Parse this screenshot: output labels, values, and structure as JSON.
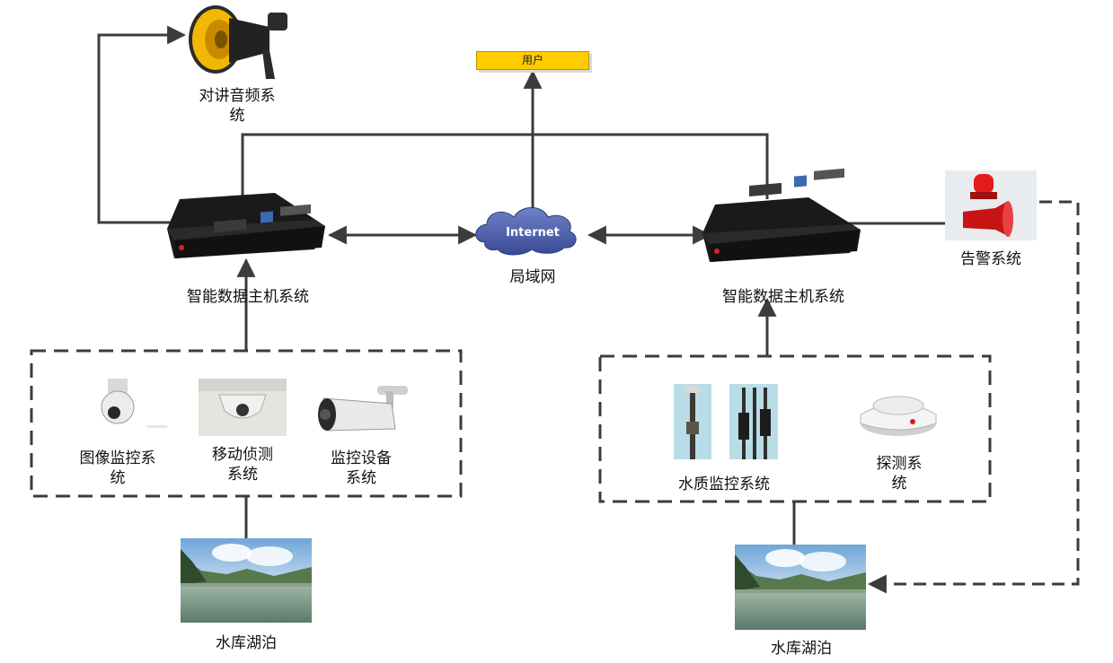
{
  "labels": {
    "intercom": [
      "对讲音频系",
      "统"
    ],
    "user": "用户",
    "internet": "Internet",
    "lan": "局域网",
    "host_left": "智能数据主机系统",
    "host_right": "智能数据主机系统",
    "alarm": "告警系统",
    "image_monitor": [
      "图像监控系",
      "统"
    ],
    "motion_detect": [
      "移动侦测",
      "系统"
    ],
    "monitor_device": [
      "监控设备",
      "系统"
    ],
    "water_quality": "水质监控系统",
    "detect": [
      "探测系",
      "统"
    ],
    "reservoir_left": "水库湖泊",
    "reservoir_right": "水库湖泊"
  },
  "colors": {
    "line": "#3c3c3c",
    "user_box": "#ffcc00",
    "cloud": "#4a5ea8",
    "speaker": "#f2b705",
    "alarm_light": "#d81818"
  }
}
